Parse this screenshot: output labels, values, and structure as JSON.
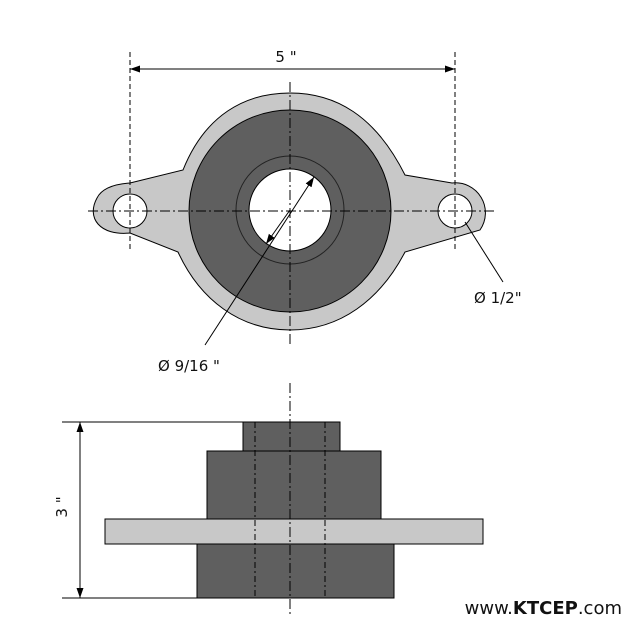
{
  "drawing": {
    "top_view": {
      "width_label": "5 \"",
      "bolt_hole_label": "Ø 1/2\"",
      "bore_label": "Ø 9/16 \""
    },
    "side_view": {
      "height_label": "3 \""
    },
    "colors": {
      "flange": "#c8c8c8",
      "body": "#5f5f5f",
      "outline": "#000000"
    }
  },
  "watermark": {
    "prefix": "www.",
    "name": "KTCEP",
    "suffix": ".com"
  }
}
